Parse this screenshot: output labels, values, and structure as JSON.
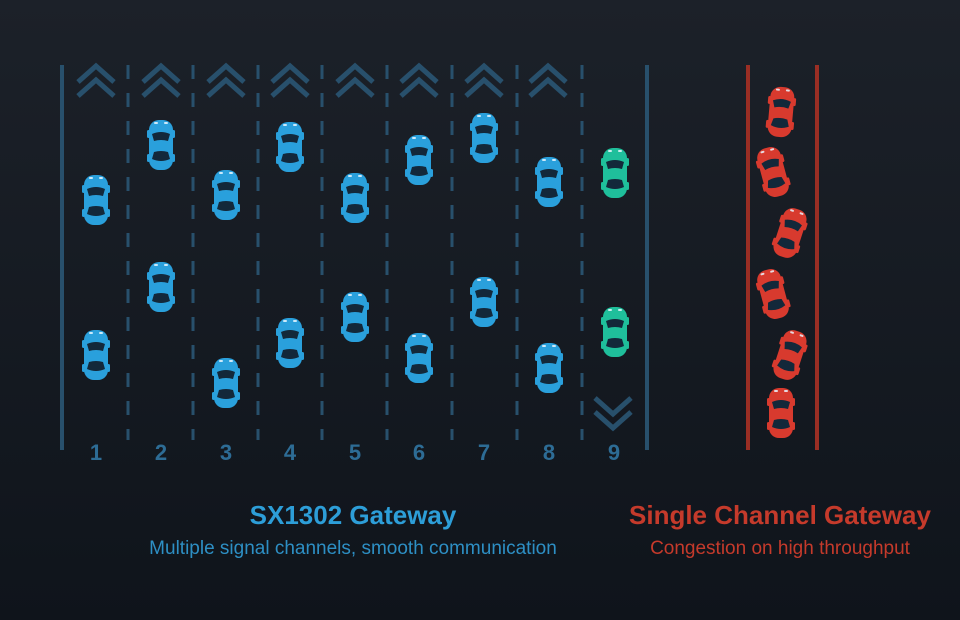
{
  "left_panel": {
    "title": "SX1302 Gateway",
    "subtitle": "Multiple signal channels, smooth communication",
    "lane_numbers": [
      "1",
      "2",
      "3",
      "4",
      "5",
      "6",
      "7",
      "8",
      "9"
    ]
  },
  "right_panel": {
    "title": "Single Channel Gateway",
    "subtitle": "Congestion on high throughput"
  },
  "colors": {
    "blue_car": "#2aa0dc",
    "teal_car": "#1fbf9b",
    "red_car": "#d83a2e",
    "road_line_blue": "#28506c",
    "road_line_red": "#9a2e24",
    "lane_number": "#2d6c95"
  },
  "icons": {
    "up_chevron": "double-chevron-up-icon",
    "down_chevron": "double-chevron-down-icon",
    "car": "car-icon"
  }
}
